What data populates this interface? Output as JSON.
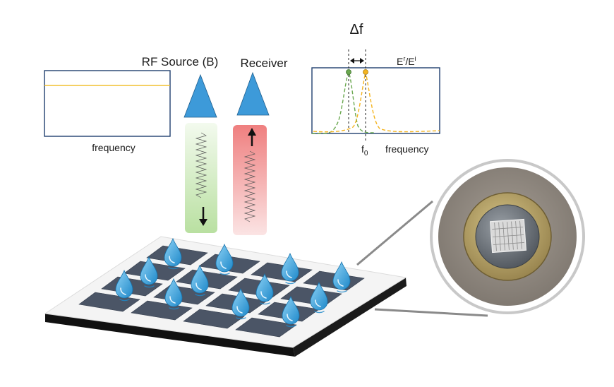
{
  "labels": {
    "source": "RF Source (B)",
    "receiver": "Receiver",
    "delta_f": "Δf",
    "ratio_main": "E",
    "ratio_sup1": "r",
    "ratio_mid": "/E",
    "ratio_sup2": "i",
    "f0_main": "f",
    "f0_sub": "0",
    "freq_left": "frequency",
    "freq_right": "frequency"
  },
  "colors": {
    "antenna": "#3d9ad9",
    "tx_beam": "#c7e8b3",
    "rx_beam": "#ef8c8c",
    "flat_line": "#f2c131",
    "green_peak": "#6aa84f",
    "orange_peak": "#f4b41f",
    "plot_frame": "#1f3f6e",
    "tile": "#4a5568",
    "droplet": "#3aa6dd"
  }
}
